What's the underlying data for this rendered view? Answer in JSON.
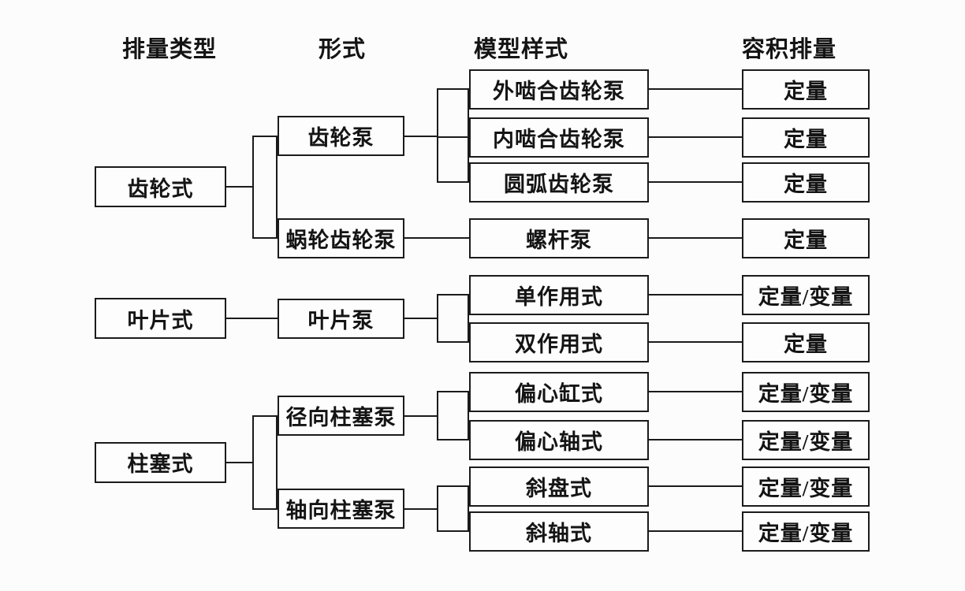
{
  "columns": [
    {
      "label": "排量类型"
    },
    {
      "label": "形式"
    },
    {
      "label": "模型样式"
    },
    {
      "label": "容积排量"
    }
  ],
  "tree": [
    {
      "type": "齿轮式",
      "forms": [
        {
          "form": "齿轮泵",
          "models": [
            {
              "model": "外啮合齿轮泵",
              "displacement": "定量"
            },
            {
              "model": "内啮合齿轮泵",
              "displacement": "定量"
            },
            {
              "model": "圆弧齿轮泵",
              "displacement": "定量"
            }
          ]
        },
        {
          "form": "蜗轮齿轮泵",
          "models": [
            {
              "model": "螺杆泵",
              "displacement": "定量"
            }
          ]
        }
      ]
    },
    {
      "type": "叶片式",
      "forms": [
        {
          "form": "叶片泵",
          "models": [
            {
              "model": "单作用式",
              "displacement": "定量/变量"
            },
            {
              "model": "双作用式",
              "displacement": "定量"
            }
          ]
        }
      ]
    },
    {
      "type": "柱塞式",
      "forms": [
        {
          "form": "径向柱塞泵",
          "models": [
            {
              "model": "偏心缸式",
              "displacement": "定量/变量"
            },
            {
              "model": "偏心轴式",
              "displacement": "定量/变量"
            }
          ]
        },
        {
          "form": "轴向柱塞泵",
          "models": [
            {
              "model": "斜盘式",
              "displacement": "定量/变量"
            },
            {
              "model": "斜轴式",
              "displacement": "定量/变量"
            }
          ]
        }
      ]
    }
  ],
  "colors": {
    "line": "#1b1b1b",
    "background": "#fcfcfc",
    "text": "#141414"
  }
}
